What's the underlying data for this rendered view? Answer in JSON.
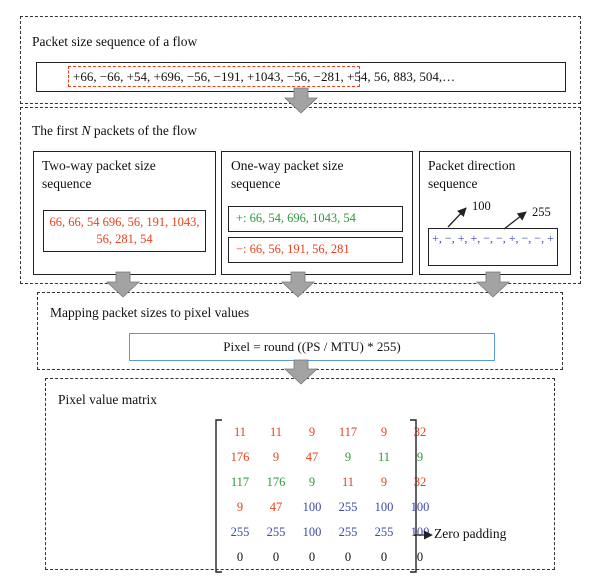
{
  "section1": {
    "title": "Packet size sequence of a flow",
    "sequence_text": "+66, −66, +54, +696, −56, −191, +1043, −56, −281, +54, 56, 883, 504,…"
  },
  "section2": {
    "title_prefix": "The first ",
    "title_var": "N",
    "title_suffix": " packets of the flow",
    "two_way": {
      "title": "Two-way packet size sequence",
      "values": "66, 66, 54 696, 56, 191, 1043, 56, 281, 54"
    },
    "one_way": {
      "title": "One-way packet size sequence",
      "positive": "+: 66, 54, 696, 1043, 54",
      "negative": "−: 66, 56, 191, 56, 281"
    },
    "direction": {
      "title": "Packet direction sequence",
      "label_100": "100",
      "label_255": "255",
      "values": "+, −, +, +, −, −, +, −, −, +"
    }
  },
  "section3": {
    "title": "Mapping packet sizes to pixel values",
    "formula": "Pixel = round ((PS / MTU) * 255)"
  },
  "section4": {
    "title": "Pixel value matrix",
    "zero_padding_label": "Zero padding",
    "matrix": [
      {
        "color": "red",
        "cells": [
          "11",
          "11",
          "9",
          "117",
          "9",
          "32"
        ]
      },
      {
        "color": "mixed1",
        "cells": [
          "176",
          "9",
          "47",
          "9",
          "11",
          "9"
        ]
      },
      {
        "color": "mixed2",
        "cells": [
          "117",
          "176",
          "9",
          "11",
          "9",
          "32"
        ]
      },
      {
        "color": "mixed3",
        "cells": [
          "9",
          "47",
          "100",
          "255",
          "100",
          "100"
        ]
      },
      {
        "color": "blue",
        "cells": [
          "255",
          "255",
          "100",
          "255",
          "255",
          "100"
        ]
      },
      {
        "color": "black",
        "cells": [
          "0",
          "0",
          "0",
          "0",
          "0",
          "0"
        ]
      }
    ]
  },
  "colors": {
    "red": "#e8411c",
    "green": "#2a9a3a",
    "blue": "#3d48b0",
    "arrow_gray": "#9a9a9a"
  }
}
